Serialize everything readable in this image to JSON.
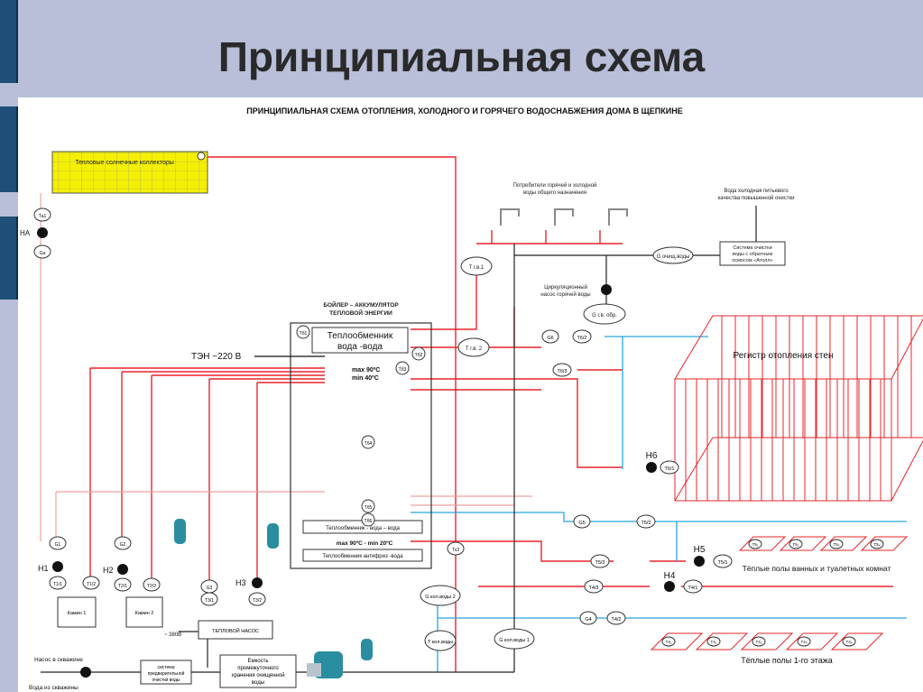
{
  "slide": {
    "title": "Принципиальная схема"
  },
  "diagram": {
    "heading": "ПРИНЦИПИАЛЬНАЯ СХЕМА ОТОПЛЕНИЯ, ХОЛОДНОГО И ГОРЯЧЕГО ВОДОСНАБЖЕНИЯ ДОМА В ЩЕПКИНЕ",
    "solar": "Тепловые солнечные коллекторы",
    "consumers": [
      "Потребители горячей и холодной",
      "воды общего назначения"
    ],
    "cold_water": [
      "Вода холодная питьевого",
      "качества повышенной очистки"
    ],
    "purification": [
      "Система очистки",
      "воды с обратным",
      "осмосом «Атолл»"
    ],
    "circ_pump": [
      "Циркуляционный",
      "насос горячей воды"
    ],
    "boiler": [
      "БОЙЛЕР – АККУМУЛЯТОР",
      "ТЕПЛОВОЙ ЭНЕРГИИ"
    ],
    "hx_top": [
      "Теплообменник",
      "вода -вода"
    ],
    "ten": "ТЭН ~220 В",
    "max_top": [
      "max 90ºС",
      "min 40ºС"
    ],
    "hx_bottom": "Теплообменник - вода – вода",
    "max_bottom": "max 90ºС - min 20ºС",
    "hx_antifreeze": "Теплообменник антифриз -вода",
    "wall_register": "Регистр отопления стен",
    "floor_bath": "Тёплые полы ванных и туалетных комнат",
    "floor_first": "Тёплые полы 1-го этажа",
    "heat_pump": "ТЕПЛОВОЙ НАСОС",
    "v380": "~ 380В",
    "fireplace1": "Камин 1",
    "fireplace2": "Камин 2",
    "well_pump": "Насос в скважине",
    "well_water": "Вода из скважины",
    "prefilter": [
      "система",
      "предварительной",
      "очистки воды"
    ],
    "tank": [
      "Емкость",
      "промежуточного",
      "хранения очищенной",
      "воды"
    ],
    "labels": {
      "ta1": "Tа1",
      "ha": "HА",
      "ga": "Gа",
      "tgv1": "T г.в.1",
      "tgv2": "T г.в. 2",
      "gochisch": "G очищ.воды",
      "ggvobr": "G г.в. обр.",
      "g6": "G6",
      "t6_2": "Т6/2",
      "t6_3": "Т6/3",
      "h6": "H6",
      "t6_1": "Т6/1",
      "tb1": "Тб1",
      "tb2": "Тб2",
      "tb3": "Тб3",
      "tb4": "Тб4",
      "tb5": "Тб5",
      "tb6": "Тб6",
      "g5": "G5",
      "t5_2": "Т5/2",
      "t5_3": "Т5/3",
      "h5": "H5",
      "t5_1": "Т5/1",
      "g4": "G4",
      "t4_2": "Т4/2",
      "t4_3": "Т4/3",
      "h4": "H4",
      "t4_1": "Т4/1",
      "g1": "G1",
      "h1": "H1",
      "t1_1": "Т1/1",
      "t1_2": "Т1/2",
      "g2": "G2",
      "h2": "H2",
      "t2_1": "Т2/1",
      "t2_2": "Т2/2",
      "g3": "G3",
      "h3": "H3",
      "t3_1": "Т3/1",
      "t3_2": "Т3/2",
      "tx": "Тх3",
      "gkolvody2": "G кол.воды 2",
      "tkolvody": "T кол.воды",
      "gkolvody1": "G кол.воды 1",
      "t5_cells": [
        "T5₁",
        "T5₂",
        "T5₃",
        "T5₄"
      ],
      "t4_cells": [
        "T4₁",
        "T4₂",
        "T4₃",
        "T4₄",
        "T4₅"
      ]
    }
  },
  "colors": {
    "hot": "#e8242a",
    "cold": "#27a6e0",
    "pink": "#f0a0a0",
    "solar": "#f5f000"
  }
}
